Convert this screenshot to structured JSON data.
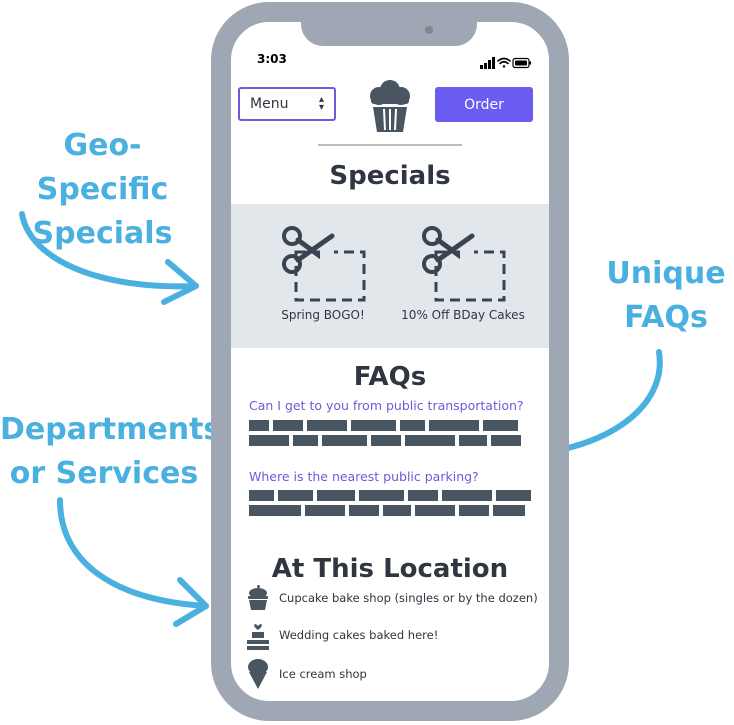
{
  "callouts": {
    "geo": "Geo-Specific Specials",
    "faq": "Unique FAQs",
    "dept": "Departments or Services"
  },
  "status_bar": {
    "time": "3:03",
    "icons": [
      "signal-icon",
      "wifi-icon",
      "battery-icon"
    ]
  },
  "header": {
    "menu_label": "Menu",
    "order_label": "Order",
    "logo_icon": "cupcake-logo-icon"
  },
  "specials": {
    "title": "Specials",
    "items": [
      {
        "label": "Spring BOGO!",
        "icon": "coupon-scissors-icon"
      },
      {
        "label": "10% Off BDay Cakes",
        "icon": "coupon-scissors-icon"
      }
    ]
  },
  "faqs": {
    "title": "FAQs",
    "questions": [
      "Can I get to you from public transportation?",
      "Where is the nearest public parking?"
    ]
  },
  "location": {
    "title": "At This Location",
    "items": [
      {
        "label": "Cupcake bake shop (singles or by the dozen)",
        "icon": "cupcake-icon"
      },
      {
        "label": "Wedding cakes baked here!",
        "icon": "wedding-cake-icon"
      },
      {
        "label": "Ice cream shop",
        "icon": "ice-cream-icon"
      }
    ]
  },
  "colors": {
    "callout": "#4ab0e0",
    "accent": "#6a5cf0",
    "frame": "#9ea7b3",
    "band": "#e2e7ec",
    "text": "#2f3640"
  }
}
